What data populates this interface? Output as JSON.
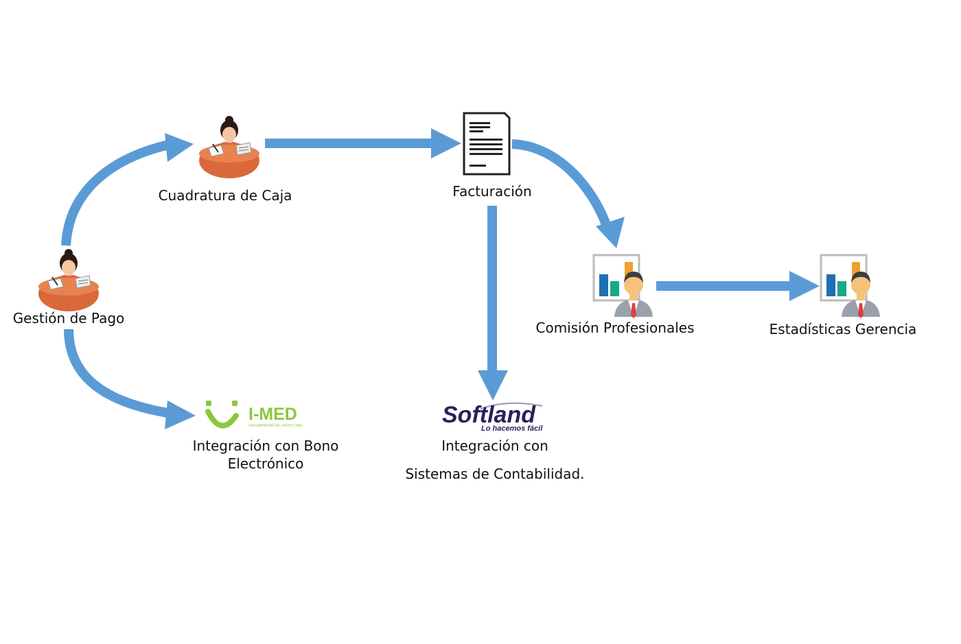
{
  "colors": {
    "arrow": "#5b9bd5",
    "desk": "#d9693a",
    "imed_green": "#8cc63f",
    "softland_navy": "#2b1f5c",
    "chart_orange": "#f0a030",
    "chart_blue": "#1f6fb2",
    "chart_teal": "#19a889"
  },
  "nodes": {
    "gestion": {
      "label": "Gestión de Pago",
      "icon": "cashier-woman-icon"
    },
    "cuadratura": {
      "label": "Cuadratura de Caja",
      "icon": "cashier-woman-icon"
    },
    "facturacion": {
      "label": "Facturación",
      "icon": "document-icon"
    },
    "comision": {
      "label": "Comisión Profesionales",
      "icon": "report-manager-icon"
    },
    "estadisticas": {
      "label": "Estadísticas Gerencia",
      "icon": "report-manager-icon"
    },
    "bono": {
      "label_line1": "Integración con Bono",
      "label_line2": "Electrónico",
      "icon": "imed-logo"
    },
    "contabilidad": {
      "label_line1": "Integración con",
      "label_line2": "Sistemas de Contabilidad.",
      "icon": "softland-logo"
    }
  },
  "logos": {
    "imed": {
      "word": "I-MED",
      "tagline": "UNA EMPRESA DEL GRUPO TAEL"
    },
    "softland": {
      "word": "Softland",
      "tagline": "Lo hacemos fácil"
    }
  }
}
